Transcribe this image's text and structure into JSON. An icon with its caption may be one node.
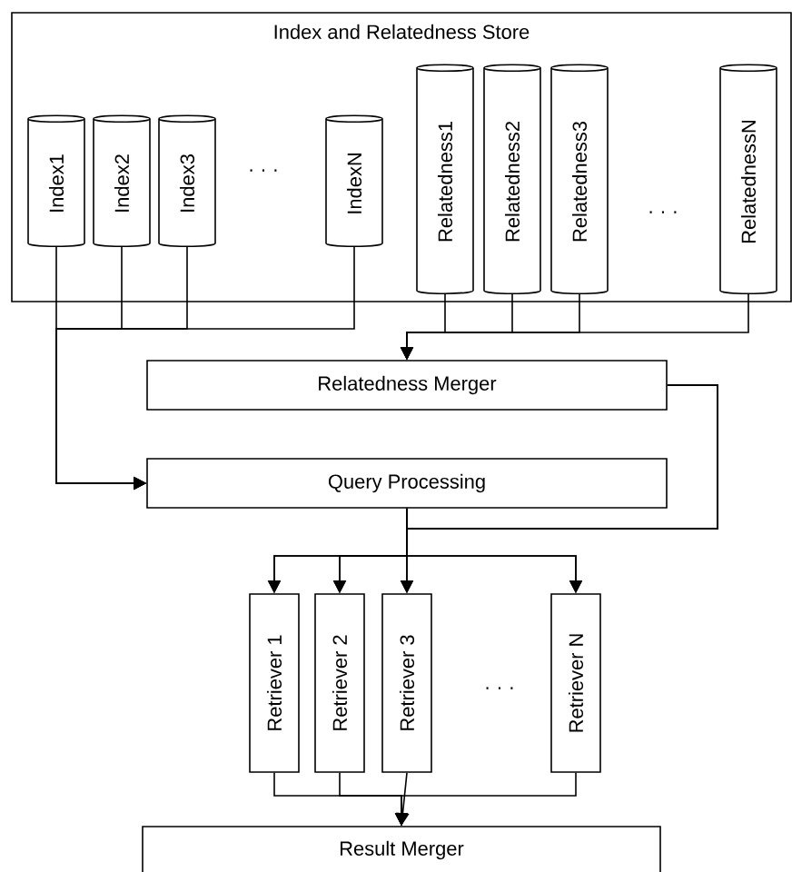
{
  "diagram": {
    "nodes": [
      {
        "text": [
          "Index and Relatedness Store"
        ]
      },
      {
        "text": [
          "Index1"
        ],
        "in": 0
      },
      {
        "text": [
          "Index2"
        ],
        "in": 0
      },
      {
        "text": [
          "Index3"
        ],
        "in": 0
      },
      {
        "text": [
          "IndexN"
        ],
        "in": 0
      },
      {
        "text": [
          "Relatedness1"
        ],
        "in": 0
      },
      {
        "text": [
          "Relatedness2"
        ],
        "in": 0
      },
      {
        "text": [
          "Relatedness3"
        ],
        "in": 0
      },
      {
        "text": [
          "RelatednessN"
        ],
        "in": 0
      },
      {
        "text": [
          "Relatedness Merger"
        ]
      },
      {
        "text": [
          "Query Processing"
        ]
      },
      {
        "text": [
          "Retriever 1"
        ]
      },
      {
        "text": [
          "Retriever 2"
        ]
      },
      {
        "text": [
          "Retriever 3"
        ]
      },
      {
        "text": [
          "Retriever N"
        ]
      },
      {
        "text": [
          "Result Merger"
        ]
      }
    ],
    "edges": [
      {
        "from": 1,
        "to": 10,
        "arrow": "to"
      },
      {
        "from": 2,
        "to": 10,
        "arrow": "to"
      },
      {
        "from": 3,
        "to": 10,
        "arrow": "to"
      },
      {
        "from": 4,
        "to": 10,
        "arrow": "to"
      },
      {
        "from": 5,
        "to": 9,
        "arrow": "to"
      },
      {
        "from": 6,
        "to": 9,
        "arrow": "to"
      },
      {
        "from": 7,
        "to": 9,
        "arrow": "to"
      },
      {
        "from": 8,
        "to": 9,
        "arrow": "to"
      },
      {
        "from": 9,
        "to": 11,
        "arrow": "to"
      },
      {
        "from": 9,
        "to": 12,
        "arrow": "to"
      },
      {
        "from": 9,
        "to": 13,
        "arrow": "to"
      },
      {
        "from": 9,
        "to": 14,
        "arrow": "to"
      },
      {
        "from": 10,
        "to": 11,
        "arrow": "to"
      },
      {
        "from": 10,
        "to": 12,
        "arrow": "to"
      },
      {
        "from": 10,
        "to": 13,
        "arrow": "to"
      },
      {
        "from": 10,
        "to": 14,
        "arrow": "to"
      },
      {
        "from": 11,
        "to": 15,
        "arrow": "to"
      },
      {
        "from": 12,
        "to": 15,
        "arrow": "to"
      },
      {
        "from": 13,
        "to": 15,
        "arrow": "to"
      },
      {
        "from": 14,
        "to": 15,
        "arrow": "to"
      }
    ],
    "labels": [
      "· · ·",
      "· · ·",
      "· · ·"
    ]
  }
}
